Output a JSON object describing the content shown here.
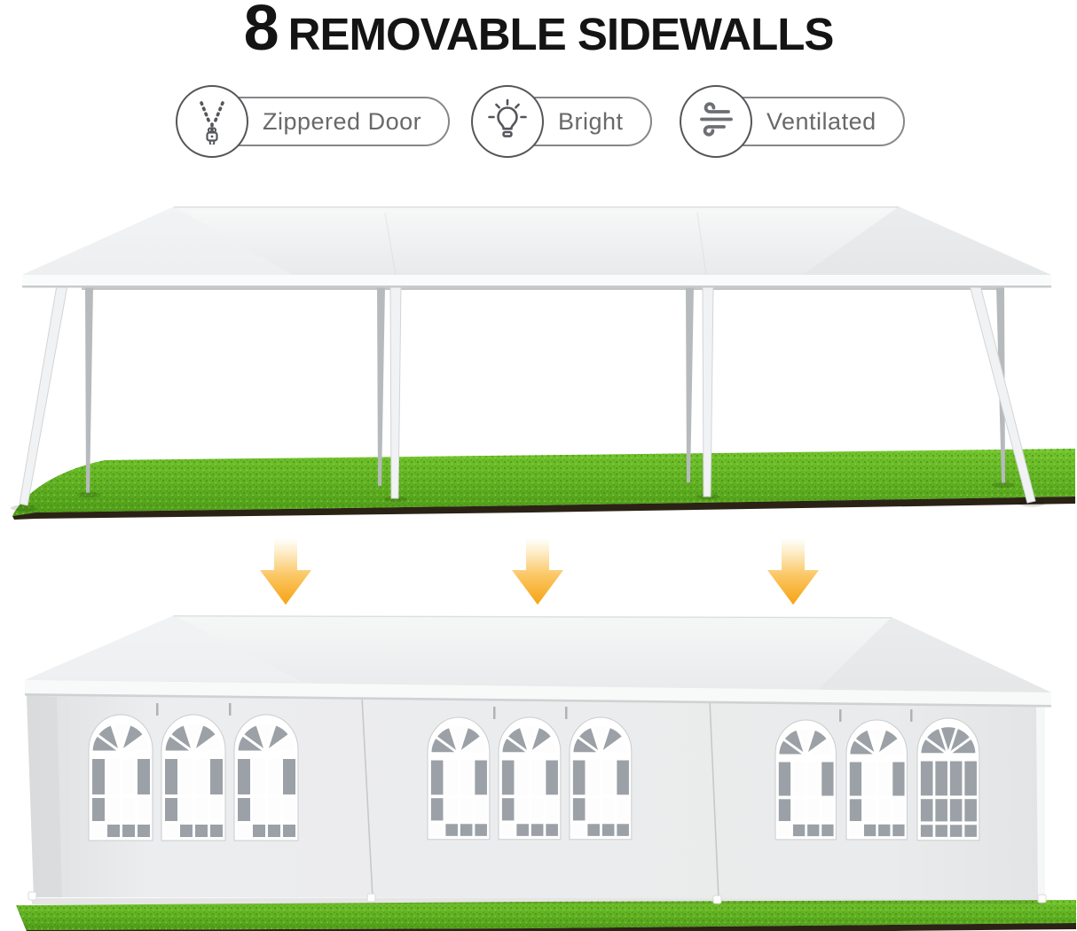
{
  "title": {
    "number": "8",
    "text": "REMOVABLE SIDEWALLS"
  },
  "badges": [
    {
      "label": "Zippered Door",
      "icon": "zipper-icon"
    },
    {
      "label": "Bright",
      "icon": "lightbulb-icon"
    },
    {
      "label": "Ventilated",
      "icon": "wind-icon"
    }
  ],
  "illustrations": {
    "top": "open canopy frame on grass",
    "bottom": "canopy with 8 sidewalls and cathedral windows installed",
    "transition": "three downward arrows"
  },
  "colors": {
    "title_text": "#141414",
    "badge_outline": "#85878a",
    "badge_text": "#68696b",
    "arrow_orange": "#f6a313",
    "grass_green": "#61b226",
    "soil_brown": "#2b2216",
    "canopy_fabric": "#f2f3f4",
    "window_pane_gray": "#9ba1a6"
  }
}
